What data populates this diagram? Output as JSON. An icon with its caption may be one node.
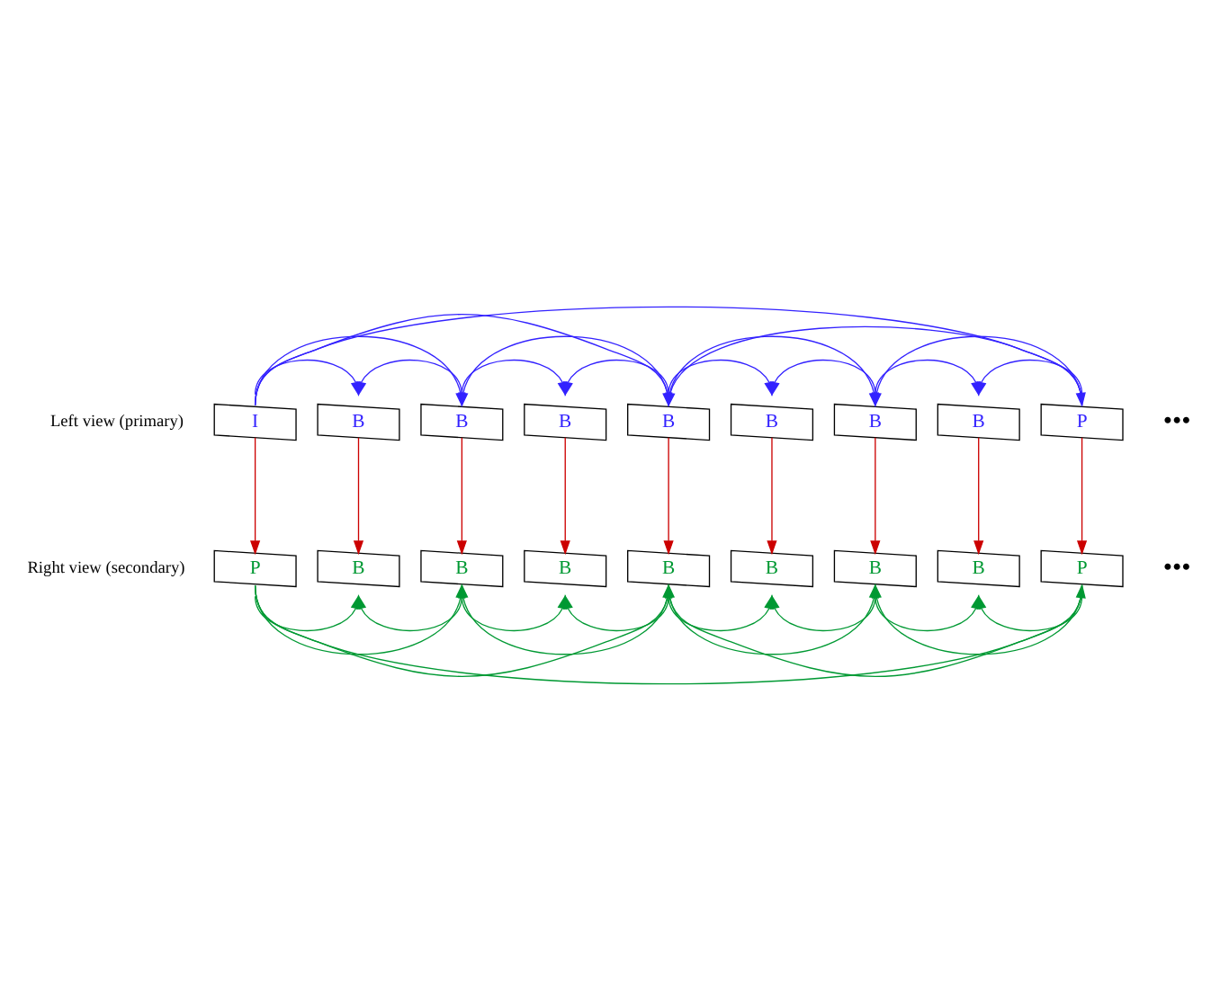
{
  "diagram": {
    "nodes": [
      {
        "text": [
          "I"
        ]
      },
      {
        "text": [
          "B"
        ]
      },
      {
        "text": [
          "B"
        ]
      },
      {
        "text": [
          "B"
        ]
      },
      {
        "text": [
          "B"
        ]
      },
      {
        "text": [
          "B"
        ]
      },
      {
        "text": [
          "B"
        ]
      },
      {
        "text": [
          "B"
        ]
      },
      {
        "text": [
          "P"
        ]
      },
      {
        "text": [
          "P"
        ]
      },
      {
        "text": [
          "B"
        ]
      },
      {
        "text": [
          "B"
        ]
      },
      {
        "text": [
          "B"
        ]
      },
      {
        "text": [
          "B"
        ]
      },
      {
        "text": [
          "B"
        ]
      },
      {
        "text": [
          "B"
        ]
      },
      {
        "text": [
          "B"
        ]
      },
      {
        "text": [
          "P"
        ]
      }
    ],
    "edges": [
      {
        "from": 0,
        "to": 8,
        "arrow": "to",
        "color": "#3322ff"
      },
      {
        "from": 0,
        "to": 4,
        "arrow": "to",
        "color": "#3322ff"
      },
      {
        "from": 8,
        "to": 4,
        "arrow": "to",
        "color": "#3322ff"
      },
      {
        "from": 0,
        "to": 2,
        "arrow": "to",
        "color": "#3322ff"
      },
      {
        "from": 4,
        "to": 2,
        "arrow": "to",
        "color": "#3322ff"
      },
      {
        "from": 4,
        "to": 6,
        "arrow": "to",
        "color": "#3322ff"
      },
      {
        "from": 8,
        "to": 6,
        "arrow": "to",
        "color": "#3322ff"
      },
      {
        "from": 0,
        "to": 1,
        "arrow": "to",
        "color": "#3322ff"
      },
      {
        "from": 2,
        "to": 1,
        "arrow": "to",
        "color": "#3322ff"
      },
      {
        "from": 2,
        "to": 3,
        "arrow": "to",
        "color": "#3322ff"
      },
      {
        "from": 4,
        "to": 3,
        "arrow": "to",
        "color": "#3322ff"
      },
      {
        "from": 4,
        "to": 5,
        "arrow": "to",
        "color": "#3322ff"
      },
      {
        "from": 6,
        "to": 5,
        "arrow": "to",
        "color": "#3322ff"
      },
      {
        "from": 6,
        "to": 7,
        "arrow": "to",
        "color": "#3322ff"
      },
      {
        "from": 8,
        "to": 7,
        "arrow": "to",
        "color": "#3322ff"
      },
      {
        "from": 0,
        "to": 9,
        "arrow": "to",
        "color": "#cc0000"
      },
      {
        "from": 1,
        "to": 10,
        "arrow": "to",
        "color": "#cc0000"
      },
      {
        "from": 2,
        "to": 11,
        "arrow": "to",
        "color": "#cc0000"
      },
      {
        "from": 3,
        "to": 12,
        "arrow": "to",
        "color": "#cc0000"
      },
      {
        "from": 4,
        "to": 13,
        "arrow": "to",
        "color": "#cc0000"
      },
      {
        "from": 5,
        "to": 14,
        "arrow": "to",
        "color": "#cc0000"
      },
      {
        "from": 6,
        "to": 15,
        "arrow": "to",
        "color": "#cc0000"
      },
      {
        "from": 7,
        "to": 16,
        "arrow": "to",
        "color": "#cc0000"
      },
      {
        "from": 8,
        "to": 17,
        "arrow": "to",
        "color": "#cc0000"
      },
      {
        "from": 9,
        "to": 17,
        "arrow": "to",
        "color": "#009933"
      },
      {
        "from": 9,
        "to": 13,
        "arrow": "to",
        "color": "#009933"
      },
      {
        "from": 17,
        "to": 13,
        "arrow": "to",
        "color": "#009933"
      },
      {
        "from": 9,
        "to": 11,
        "arrow": "to",
        "color": "#009933"
      },
      {
        "from": 13,
        "to": 11,
        "arrow": "to",
        "color": "#009933"
      },
      {
        "from": 13,
        "to": 15,
        "arrow": "to",
        "color": "#009933"
      },
      {
        "from": 17,
        "to": 15,
        "arrow": "to",
        "color": "#009933"
      },
      {
        "from": 9,
        "to": 10,
        "arrow": "to",
        "color": "#009933"
      },
      {
        "from": 11,
        "to": 10,
        "arrow": "to",
        "color": "#009933"
      },
      {
        "from": 11,
        "to": 12,
        "arrow": "to",
        "color": "#009933"
      },
      {
        "from": 13,
        "to": 12,
        "arrow": "to",
        "color": "#009933"
      },
      {
        "from": 13,
        "to": 14,
        "arrow": "to",
        "color": "#009933"
      },
      {
        "from": 15,
        "to": 14,
        "arrow": "to",
        "color": "#009933"
      },
      {
        "from": 15,
        "to": 16,
        "arrow": "to",
        "color": "#009933"
      },
      {
        "from": 17,
        "to": 16,
        "arrow": "to",
        "color": "#009933"
      }
    ],
    "labels": [
      "Left view (primary)",
      "•••",
      "Right view (secondary)",
      "•••"
    ]
  }
}
